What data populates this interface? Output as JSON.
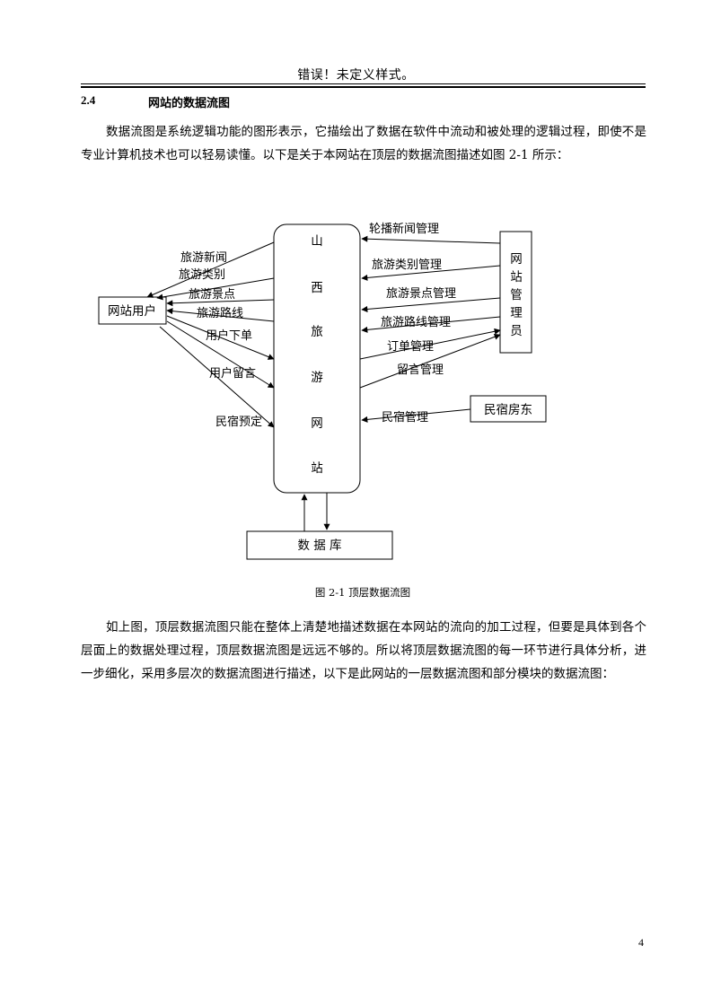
{
  "header": {
    "text": "错误！未定义样式。"
  },
  "section": {
    "number": "2.4",
    "title": "网站的数据流图"
  },
  "paragraphs": {
    "intro": "数据流图是系统逻辑功能的图形表示，它描绘出了数据在软件中流动和被处理的逻辑过程，即使不是专业计算机技术也可以轻易读懂。以下是关于本网站在顶层的数据流图描述如图 2-1 所示：",
    "after": "如上图，顶层数据流图只能在整体上清楚地描述数据在本网站的流向的加工过程，但要是具体到各个层面上的数据处理过程，顶层数据流图是远远不够的。所以将顶层数据流图的每一环节进行具体分析，进一步细化，采用多层次的数据流图进行描述，以下是此网站的一层数据流图和部分模块的数据流图："
  },
  "diagram": {
    "user_box": "网站用户",
    "center": [
      "山",
      "西",
      "旅",
      "游",
      "网",
      "站"
    ],
    "admin": [
      "网",
      "站",
      "管",
      "理",
      "员"
    ],
    "homestay_owner": "民宿房东",
    "database": "数 据 库",
    "user_outflows": [
      "旅游新闻",
      "旅游类别",
      "旅游景点",
      "旅游路线"
    ],
    "user_inflows": [
      "用户下单",
      "用户留言",
      "民宿预定"
    ],
    "admin_inflows": [
      "轮播新闻管理",
      "旅游类别管理",
      "旅游景点管理",
      "旅游路线管理"
    ],
    "admin_outflows": [
      "订单管理",
      "留言管理"
    ],
    "owner_flow": "民宿管理"
  },
  "caption": "图 2-1  顶层数据流图",
  "page_number": "4"
}
